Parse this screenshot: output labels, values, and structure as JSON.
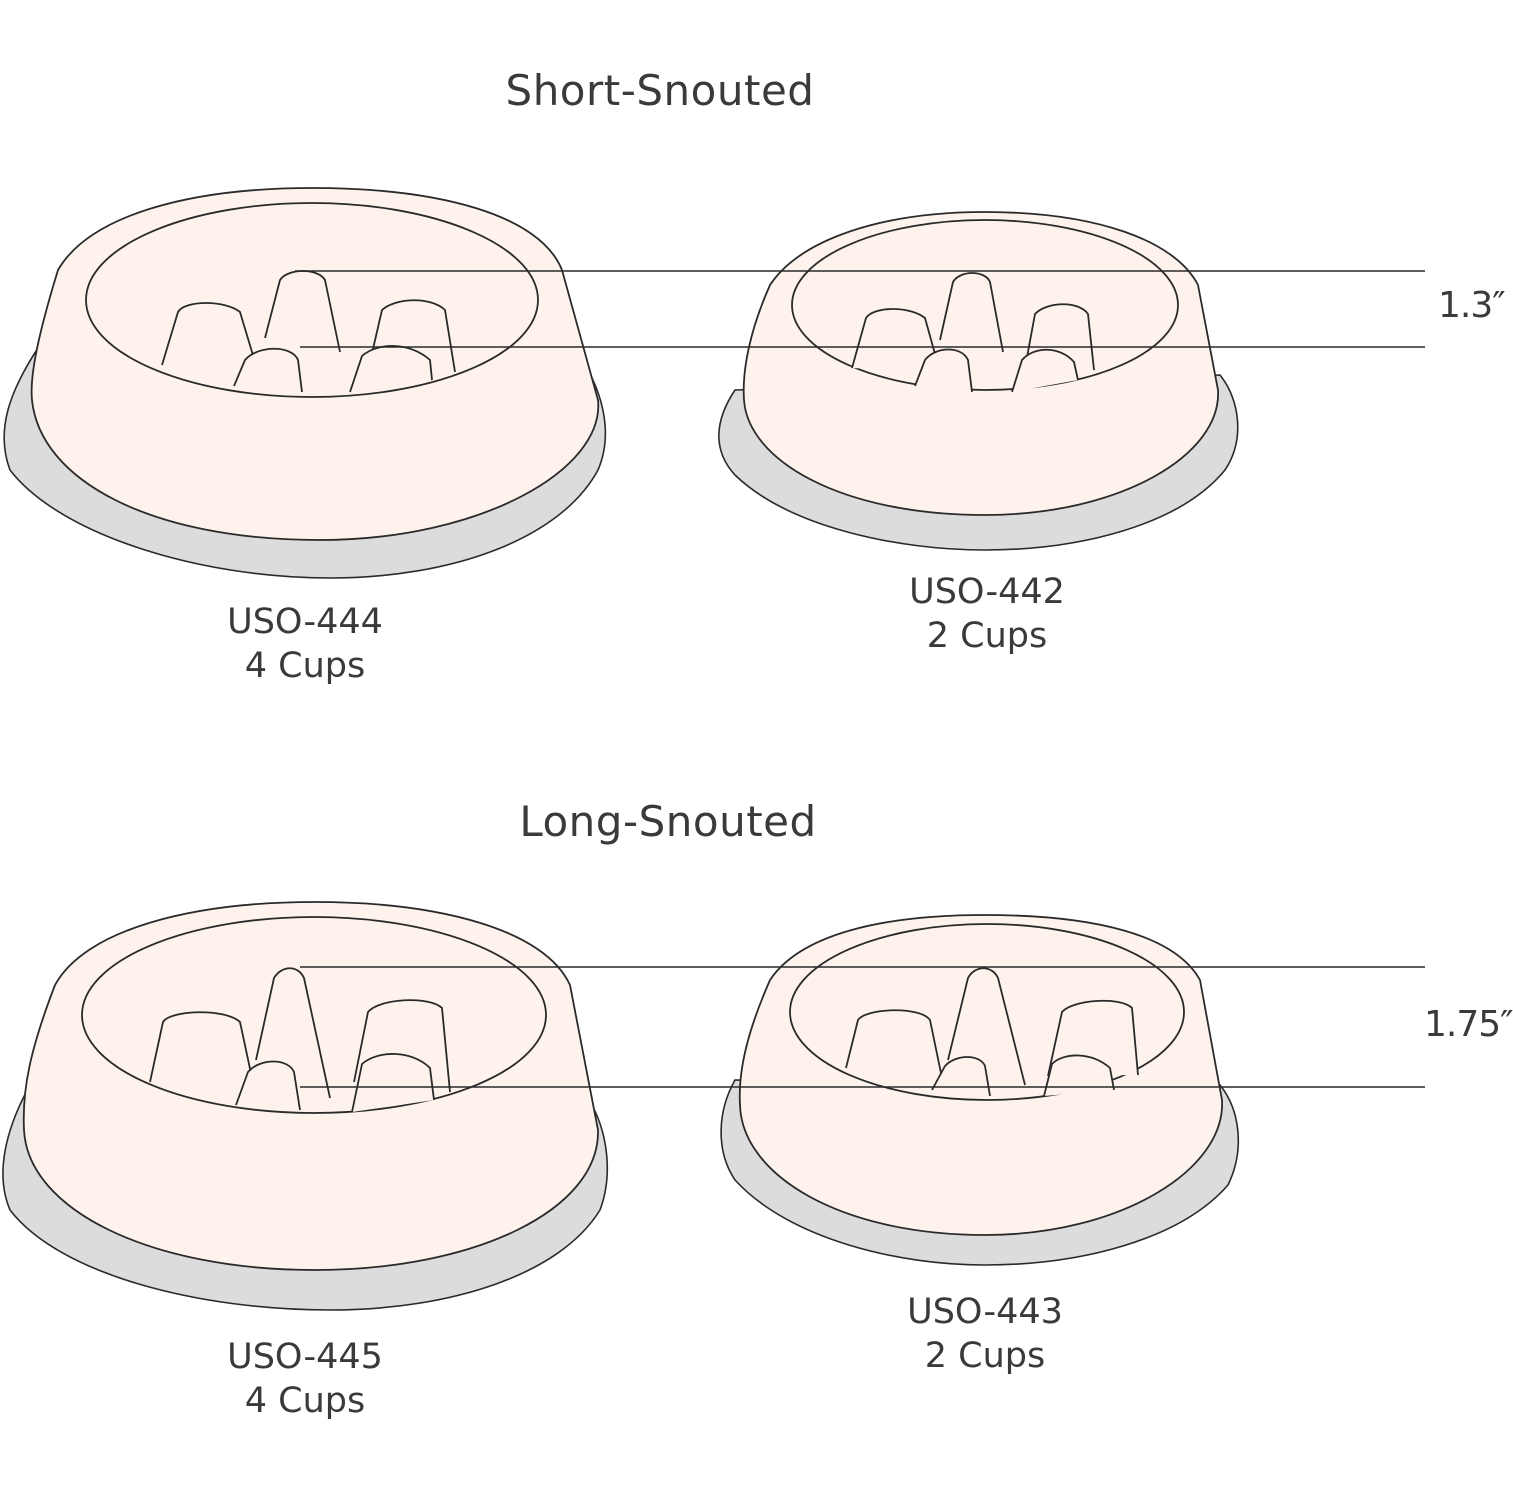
{
  "sections": [
    {
      "heading": "Short-Snouted",
      "dimension": "1.3″",
      "bowls": [
        {
          "model": "USO-444",
          "capacity": "4 Cups"
        },
        {
          "model": "USO-442",
          "capacity": "2 Cups"
        }
      ]
    },
    {
      "heading": "Long-Snouted",
      "dimension": "1.75″",
      "bowls": [
        {
          "model": "USO-445",
          "capacity": "4 Cups"
        },
        {
          "model": "USO-443",
          "capacity": "2 Cups"
        }
      ]
    }
  ],
  "colors": {
    "bowl": "#fdf3ec",
    "base": "#dcdcdc",
    "line": "#2a2a2a",
    "text": "#3a3a3a"
  }
}
